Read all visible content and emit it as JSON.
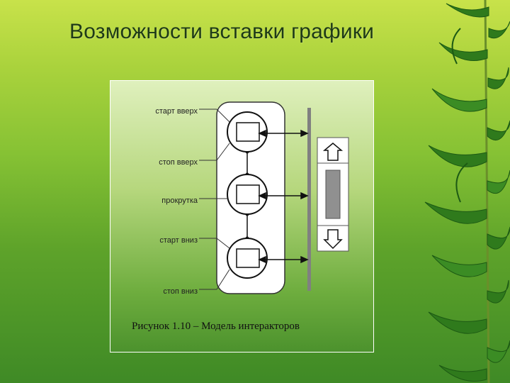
{
  "slide": {
    "title": "Возможности вставки графики",
    "caption": "Рисунок 1.10 – Модель интеракторов"
  },
  "diagram": {
    "labels": [
      "старт вверх",
      "стоп вверх",
      "прокрутка",
      "старт вниз",
      "стоп вниз"
    ]
  },
  "colors": {
    "background_top": "#c8e24a",
    "background_bottom": "#3f8a26",
    "title": "#1e3a18",
    "leaf": "#2f7a1c"
  },
  "icons": [
    "bamboo-leaves-decoration",
    "scroll-up-arrow-icon",
    "scroll-down-arrow-icon"
  ]
}
